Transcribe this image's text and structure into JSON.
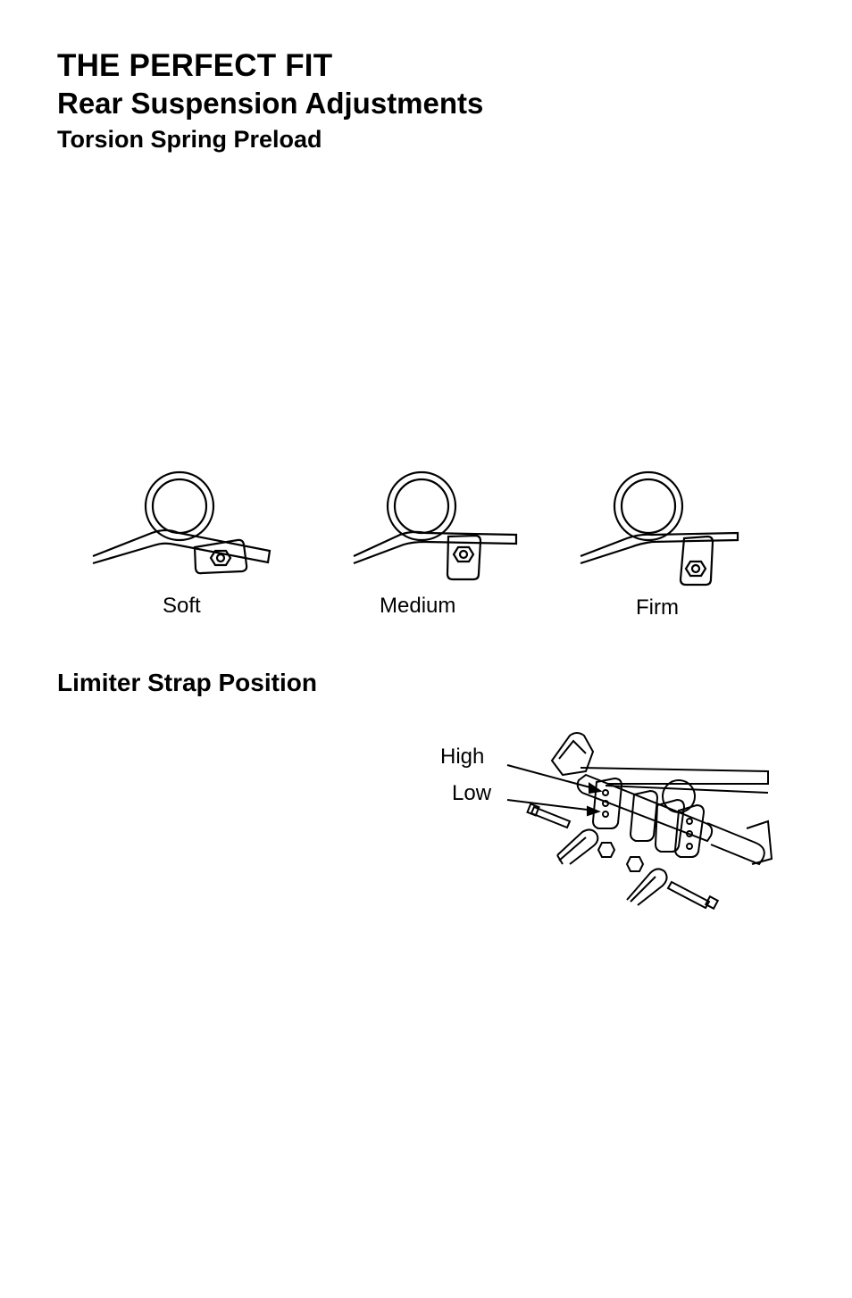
{
  "header": {
    "title": "THE PERFECT FIT",
    "subtitle": "Rear Suspension Adjustments"
  },
  "torsion_section": {
    "heading": "Torsion Spring Preload",
    "positions": [
      {
        "label": "Soft"
      },
      {
        "label": "Medium"
      },
      {
        "label": "Firm"
      }
    ]
  },
  "limiter_section": {
    "heading": "Limiter Strap Position",
    "callouts": {
      "high": "High",
      "low": "Low"
    }
  }
}
